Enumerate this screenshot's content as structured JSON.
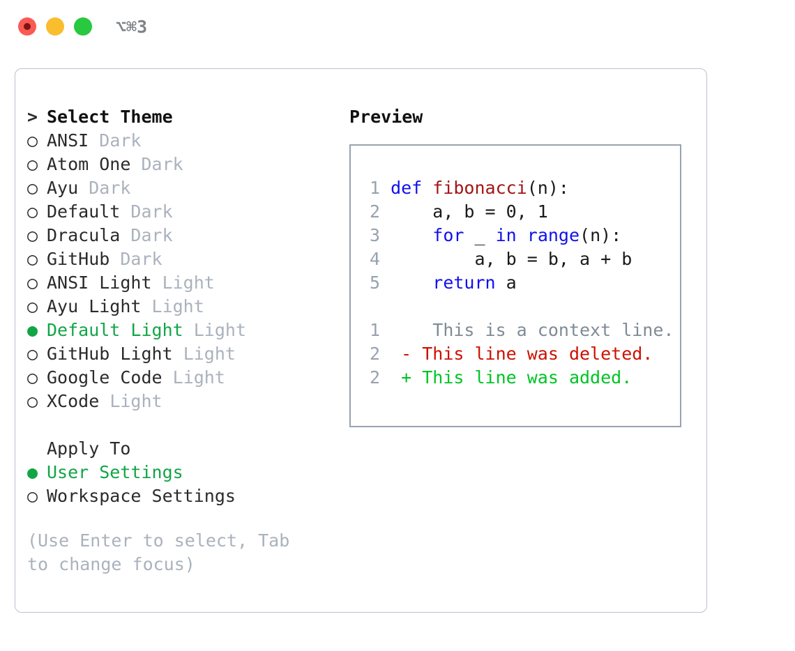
{
  "titlebar": {
    "shortcut": "⌥⌘3",
    "buttons": [
      {
        "name": "close",
        "color": "#fb5a54"
      },
      {
        "name": "minimize",
        "color": "#f9bd2e"
      },
      {
        "name": "zoom",
        "color": "#28c840"
      }
    ]
  },
  "theme_picker": {
    "header_marker": ">",
    "header": "Select Theme",
    "items": [
      {
        "marker": "○",
        "label": "ANSI",
        "tag": "Dark",
        "selected": false
      },
      {
        "marker": "○",
        "label": "Atom One",
        "tag": "Dark",
        "selected": false
      },
      {
        "marker": "○",
        "label": "Ayu",
        "tag": "Dark",
        "selected": false
      },
      {
        "marker": "○",
        "label": "Default",
        "tag": "Dark",
        "selected": false
      },
      {
        "marker": "○",
        "label": "Dracula",
        "tag": "Dark",
        "selected": false
      },
      {
        "marker": "○",
        "label": "GitHub",
        "tag": "Dark",
        "selected": false
      },
      {
        "marker": "○",
        "label": "ANSI Light",
        "tag": "Light",
        "selected": false
      },
      {
        "marker": "○",
        "label": "Ayu Light",
        "tag": "Light",
        "selected": false
      },
      {
        "marker": "●",
        "label": "Default Light",
        "tag": "Light",
        "selected": true
      },
      {
        "marker": "○",
        "label": "GitHub Light",
        "tag": "Light",
        "selected": false
      },
      {
        "marker": "○",
        "label": "Google Code",
        "tag": "Light",
        "selected": false
      },
      {
        "marker": "○",
        "label": "XCode",
        "tag": "Light",
        "selected": false
      }
    ]
  },
  "apply_to": {
    "label": "Apply To",
    "options": [
      {
        "marker": "●",
        "label": "User Settings",
        "selected": true
      },
      {
        "marker": "○",
        "label": "Workspace Settings",
        "selected": false
      }
    ]
  },
  "hint": "(Use Enter to select, Tab to change focus)",
  "preview": {
    "title": "Preview",
    "code_lines": [
      {
        "num": "1",
        "tokens": [
          {
            "t": "def",
            "c": "kw"
          },
          {
            "t": " ",
            "c": "pl"
          },
          {
            "t": "fibonacci",
            "c": "fn"
          },
          {
            "t": "(n):",
            "c": "pl"
          }
        ]
      },
      {
        "num": "2",
        "tokens": [
          {
            "t": "    a, b = 0, 1",
            "c": "pl"
          }
        ]
      },
      {
        "num": "3",
        "tokens": [
          {
            "t": "    ",
            "c": "pl"
          },
          {
            "t": "for",
            "c": "kw"
          },
          {
            "t": " _ ",
            "c": "pl"
          },
          {
            "t": "in",
            "c": "kw"
          },
          {
            "t": " ",
            "c": "pl"
          },
          {
            "t": "range",
            "c": "kw"
          },
          {
            "t": "(n):",
            "c": "pl"
          }
        ]
      },
      {
        "num": "4",
        "tokens": [
          {
            "t": "        a, b = b, a + b",
            "c": "pl"
          }
        ]
      },
      {
        "num": "5",
        "tokens": [
          {
            "t": "    ",
            "c": "pl"
          },
          {
            "t": "return",
            "c": "kw"
          },
          {
            "t": " a",
            "c": "pl"
          }
        ]
      }
    ],
    "diff_lines": [
      {
        "num": "1",
        "sign": " ",
        "text": "  This is a context line.",
        "kind": "ctx"
      },
      {
        "num": "2",
        "sign": "-",
        "text": " This line was deleted.",
        "kind": "del"
      },
      {
        "num": "2",
        "sign": "+",
        "text": " This line was added.",
        "kind": "add"
      }
    ]
  },
  "colors": {
    "accent_green": "#11a546",
    "tag_gray": "#aab2bd",
    "border": "#b9c2cc",
    "preview_border": "#98a2b0",
    "keyword_blue": "#1010ee",
    "function_red": "#a31515",
    "diff_del": "#cc1100",
    "diff_add": "#00c425"
  }
}
